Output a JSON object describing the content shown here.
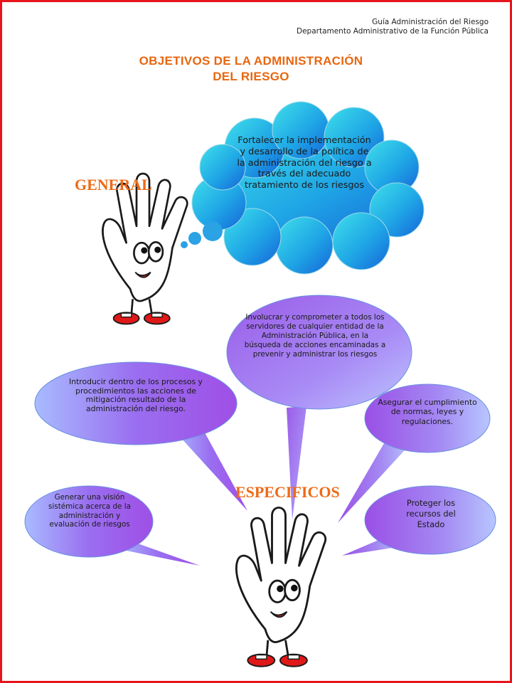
{
  "header": {
    "line1": "Guía Administración del Riesgo",
    "line2": "Departamento Administrativo de la Función Pública"
  },
  "title": {
    "line1": "OBJETIVOS DE LA ADMINISTRACIÓN",
    "line2": "DEL RIESGO"
  },
  "general": {
    "label": "GENERAL",
    "objective": "Fortalecer la implementación y desarrollo de la política de la administración del riesgo a través del adecuado tratamiento de los riesgos"
  },
  "especificos": {
    "label": "ESPECIFICOS",
    "objectives": [
      "Involucrar y comprometer a todos los servidores de cualquier entidad de la Administración Pública, en la búsqueda de acciones encaminadas a prevenir y administrar los riesgos",
      "Introducir dentro de los procesos y procedimientos las acciones de mitigación resultado de la administración del riesgo.",
      "Asegurar el cumplimiento de normas, leyes y regulaciones.",
      "Generar una visión sistémica acerca de la administración y evaluación de riesgos",
      "Proteger los recursos del Estado"
    ]
  },
  "colors": {
    "border": "#e8141b",
    "title": "#e8660f",
    "cloud_light": "#37d3e8",
    "cloud_dark": "#1a6fd6",
    "bubble_purple": "#9b58e8",
    "bubble_light": "#a9b3ff"
  },
  "icons": {
    "hand": "cartoon-hand-icon",
    "cloud": "thought-cloud",
    "bubble": "speech-bubble"
  }
}
